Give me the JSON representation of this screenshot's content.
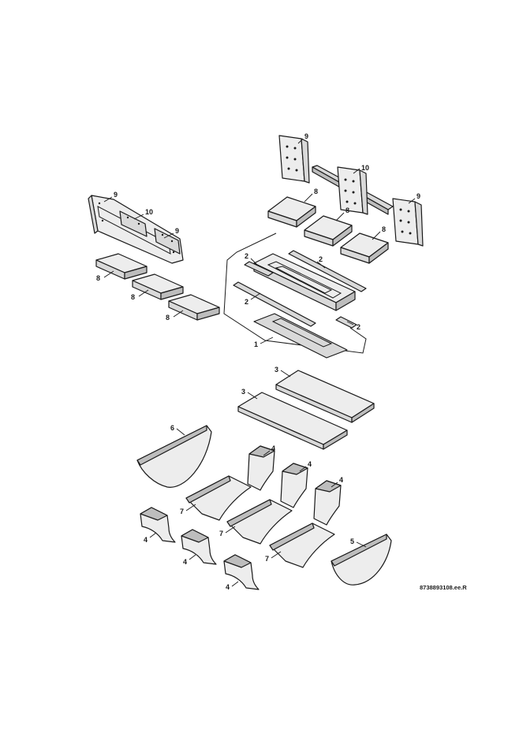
{
  "callouts": {
    "c1": "1",
    "c2a": "2",
    "c2b": "2",
    "c2c": "2",
    "c2d": "2",
    "c3a": "3",
    "c3b": "3",
    "c4a": "4",
    "c4b": "4",
    "c4c": "4",
    "c4d": "4",
    "c4e": "4",
    "c4f": "4",
    "c5": "5",
    "c6": "6",
    "c7a": "7",
    "c7b": "7",
    "c7c": "7",
    "c8a": "8",
    "c8b": "8",
    "c8c": "8",
    "c8d": "8",
    "c8e": "8",
    "c8f": "8",
    "c9a": "9",
    "c9b": "9",
    "c9c": "9",
    "c9d": "9",
    "c10a": "10",
    "c10b": "10"
  },
  "drawing_code": "8738893108.ee.R"
}
